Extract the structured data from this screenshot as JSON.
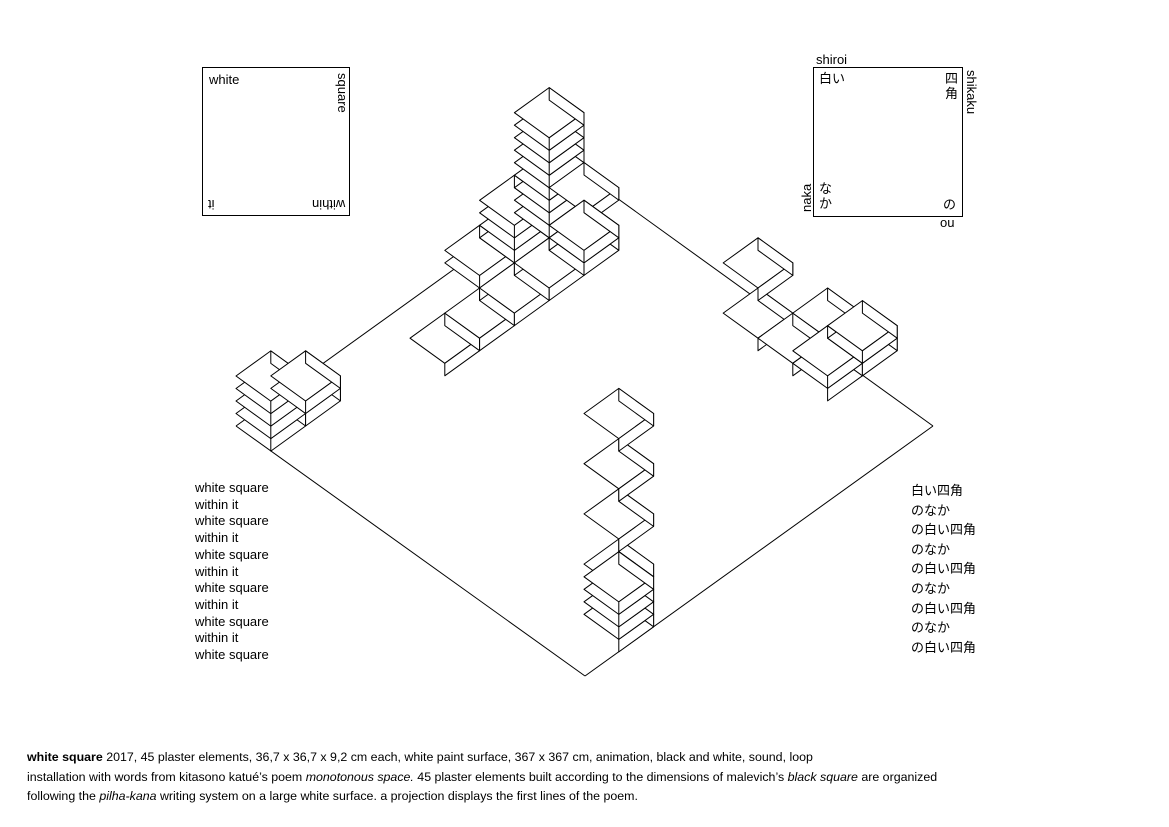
{
  "english_square": {
    "top_left": "white",
    "right_vertical": "square",
    "bottom_right_inverted": "within",
    "bottom_left_inverted": "it"
  },
  "japanese_square": {
    "top_label": "shiroi",
    "top_left": "白い",
    "right_vertical_jp": [
      "四",
      "角"
    ],
    "right_label": "shikaku",
    "left_vertical_jp": [
      "な",
      "か"
    ],
    "left_label": "naka",
    "bottom_right_jp": "の",
    "bottom_label": "no"
  },
  "poem_en": [
    "white square",
    "within it",
    "white square",
    "within it",
    "white square",
    "within it",
    "white square",
    "within it",
    "white square",
    "within it",
    "white square"
  ],
  "poem_jp": [
    "白い四角",
    "のなか",
    "の白い四角",
    "のなか",
    "の白い四角",
    "のなか",
    "の白い四角",
    "のなか",
    "の白い四角"
  ],
  "caption": {
    "title": "white square",
    "line1_rest": " 2017, 45 plaster elements, 36,7 x 36,7 x 9,2 cm each, white paint surface, 367 x 367 cm, animation, black and white, sound, loop",
    "line2_a": "installation with words from kitasono katué’s poem ",
    "line2_em1": "monotonous space.",
    "line2_b": " 45 plaster elements built according to the dimensions of malevich’s ",
    "line2_em2": "black square",
    "line2_c": " are organized",
    "line3_a": "following the ",
    "line3_em": "pilha-kana",
    "line3_b": " writing system on a large white surface. a projection displays the first lines of the poem."
  }
}
